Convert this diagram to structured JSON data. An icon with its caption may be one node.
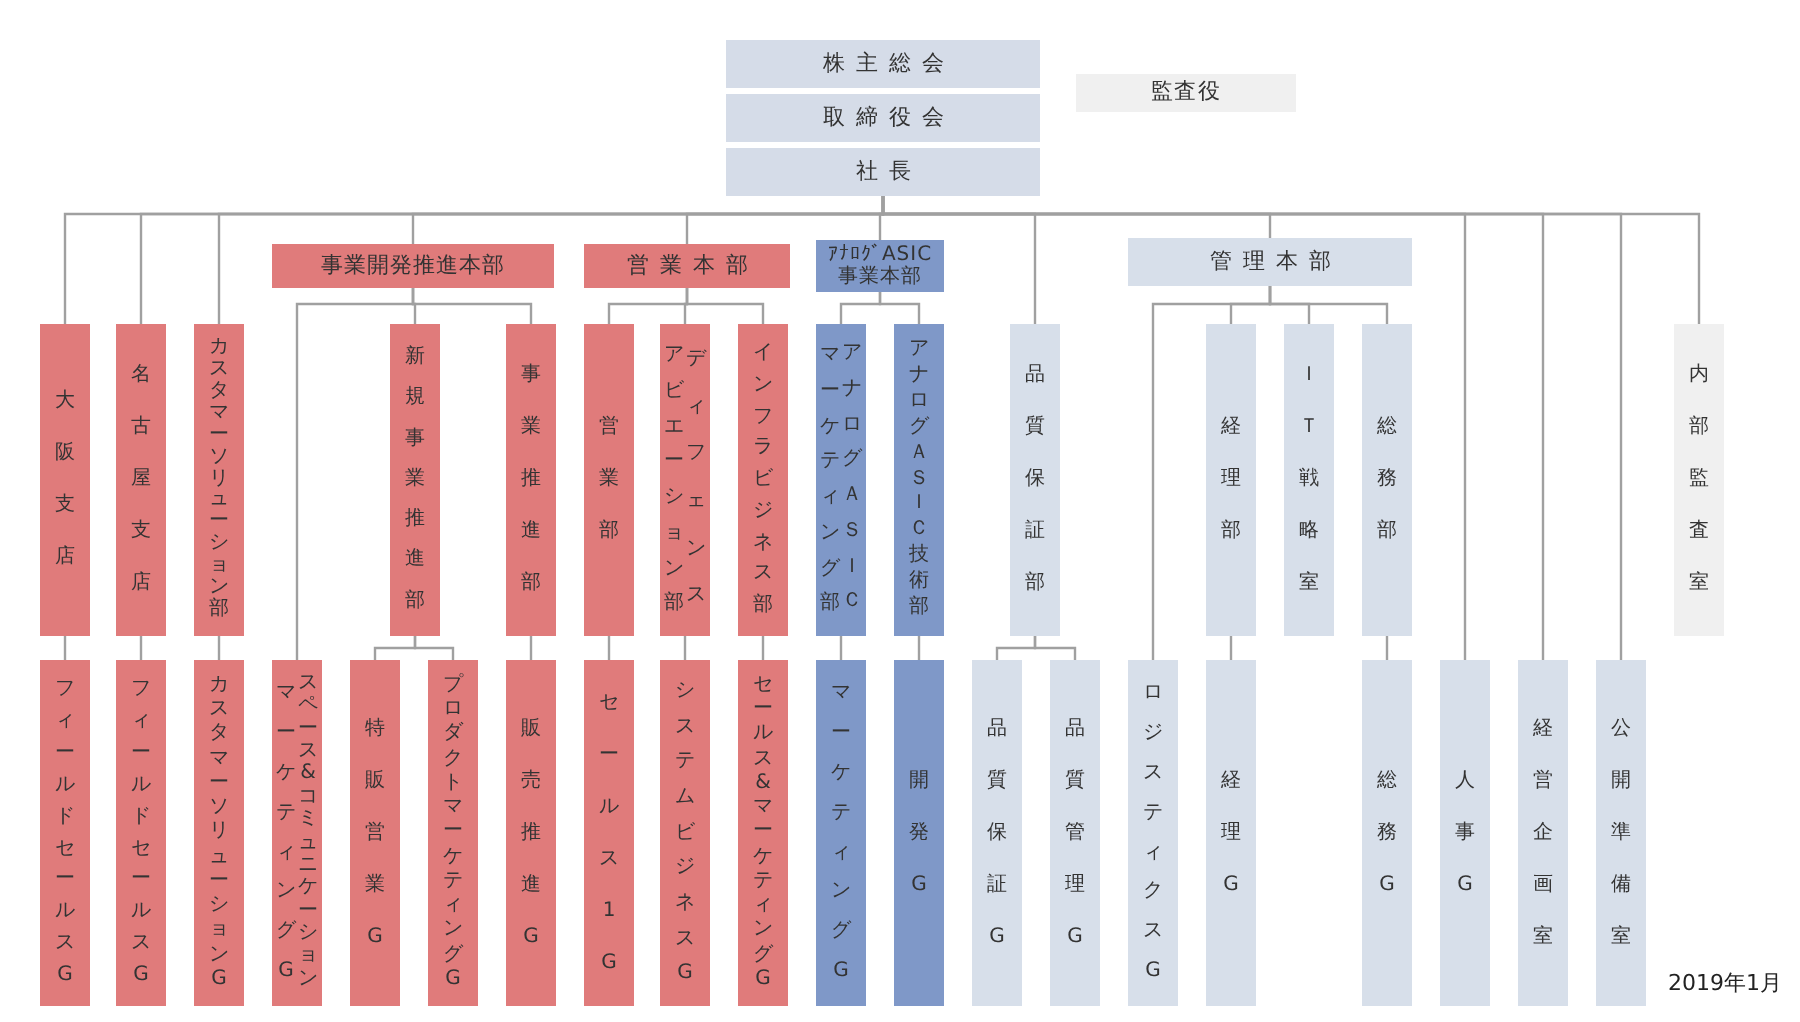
{
  "diagram": {
    "nodes": [
      {
        "text": [
          "株主総会"
        ]
      },
      {
        "text": [
          "取締役会"
        ]
      },
      {
        "text": [
          "社長"
        ]
      },
      {
        "text": [
          "監査役"
        ]
      },
      {
        "text": [
          "大阪支店"
        ]
      },
      {
        "text": [
          "フィールドセールスG"
        ]
      },
      {
        "text": [
          "名古屋支店"
        ]
      },
      {
        "text": [
          "フィールドセールスG"
        ]
      },
      {
        "text": [
          "カスタマーソリューション部"
        ]
      },
      {
        "text": [
          "カスタマーソリューションG"
        ]
      },
      {
        "text": [
          "事業開発推進本部"
        ]
      },
      {
        "text": [
          "新規事業推進部"
        ]
      },
      {
        "text": [
          "事業推進部"
        ]
      },
      {
        "text": [
          "マーケティングG",
          "スペース&コミュニケーション"
        ]
      },
      {
        "text": [
          "特販営業G"
        ]
      },
      {
        "text": [
          "プロダクトマーケティングG"
        ]
      },
      {
        "text": [
          "販売推進G"
        ]
      },
      {
        "text": [
          "営業本部"
        ]
      },
      {
        "text": [
          "営業部"
        ]
      },
      {
        "text": [
          "アビエーション部",
          "ディフェンス"
        ]
      },
      {
        "text": [
          "インフラビジネス部"
        ]
      },
      {
        "text": [
          "セールス1G"
        ]
      },
      {
        "text": [
          "システムビジネスG"
        ]
      },
      {
        "text": [
          "セールス&マーケティングG"
        ]
      },
      {
        "text": [
          "ｱﾅﾛｸﾞASIC事業本部"
        ]
      },
      {
        "text": [
          "マーケティング部",
          "アナログＡＳＩＣ"
        ]
      },
      {
        "text": [
          "アナログＡＳＩＣ技術部"
        ]
      },
      {
        "text": [
          "マーケティングG"
        ]
      },
      {
        "text": [
          "開発G"
        ]
      },
      {
        "text": [
          "品質保証部"
        ]
      },
      {
        "text": [
          "品質保証G"
        ]
      },
      {
        "text": [
          "品質管理G"
        ]
      },
      {
        "text": [
          "管理本部"
        ]
      },
      {
        "text": [
          "経理部"
        ]
      },
      {
        "text": [
          "ＩＴ戦略室"
        ]
      },
      {
        "text": [
          "総務部"
        ]
      },
      {
        "text": [
          "ロジスティクスG"
        ]
      },
      {
        "text": [
          "経理G"
        ]
      },
      {
        "text": [
          "総務G"
        ]
      },
      {
        "text": [
          "人事G"
        ]
      },
      {
        "text": [
          "経営企画室"
        ]
      },
      {
        "text": [
          "公開準備室"
        ]
      },
      {
        "text": [
          "内部監査室"
        ]
      }
    ],
    "edges": [
      {
        "from": 2,
        "to": 4,
        "arrow": "none"
      },
      {
        "from": 2,
        "to": 6,
        "arrow": "none"
      },
      {
        "from": 2,
        "to": 8,
        "arrow": "none"
      },
      {
        "from": 2,
        "to": 10,
        "arrow": "none"
      },
      {
        "from": 2,
        "to": 17,
        "arrow": "none"
      },
      {
        "from": 2,
        "to": 24,
        "arrow": "none"
      },
      {
        "from": 2,
        "to": 29,
        "arrow": "none"
      },
      {
        "from": 2,
        "to": 32,
        "arrow": "none"
      },
      {
        "from": 2,
        "to": 39,
        "arrow": "none"
      },
      {
        "from": 2,
        "to": 40,
        "arrow": "none"
      },
      {
        "from": 2,
        "to": 41,
        "arrow": "none"
      },
      {
        "from": 2,
        "to": 42,
        "arrow": "none"
      },
      {
        "from": 4,
        "to": 5,
        "arrow": "none"
      },
      {
        "from": 6,
        "to": 7,
        "arrow": "none"
      },
      {
        "from": 8,
        "to": 9,
        "arrow": "none"
      },
      {
        "from": 10,
        "to": 13,
        "arrow": "none"
      },
      {
        "from": 10,
        "to": 11,
        "arrow": "none"
      },
      {
        "from": 10,
        "to": 12,
        "arrow": "none"
      },
      {
        "from": 11,
        "to": 14,
        "arrow": "none"
      },
      {
        "from": 11,
        "to": 15,
        "arrow": "none"
      },
      {
        "from": 12,
        "to": 16,
        "arrow": "none"
      },
      {
        "from": 17,
        "to": 18,
        "arrow": "none"
      },
      {
        "from": 17,
        "to": 19,
        "arrow": "none"
      },
      {
        "from": 17,
        "to": 20,
        "arrow": "none"
      },
      {
        "from": 18,
        "to": 21,
        "arrow": "none"
      },
      {
        "from": 19,
        "to": 22,
        "arrow": "none"
      },
      {
        "from": 20,
        "to": 23,
        "arrow": "none"
      },
      {
        "from": 24,
        "to": 25,
        "arrow": "none"
      },
      {
        "from": 24,
        "to": 26,
        "arrow": "none"
      },
      {
        "from": 25,
        "to": 27,
        "arrow": "none"
      },
      {
        "from": 26,
        "to": 28,
        "arrow": "none"
      },
      {
        "from": 29,
        "to": 30,
        "arrow": "none"
      },
      {
        "from": 29,
        "to": 31,
        "arrow": "none"
      },
      {
        "from": 32,
        "to": 36,
        "arrow": "none"
      },
      {
        "from": 32,
        "to": 33,
        "arrow": "none"
      },
      {
        "from": 32,
        "to": 34,
        "arrow": "none"
      },
      {
        "from": 32,
        "to": 35,
        "arrow": "none"
      },
      {
        "from": 33,
        "to": 37,
        "arrow": "none"
      },
      {
        "from": 35,
        "to": 38,
        "arrow": "none"
      }
    ],
    "labels": [
      "2019年1月"
    ]
  }
}
